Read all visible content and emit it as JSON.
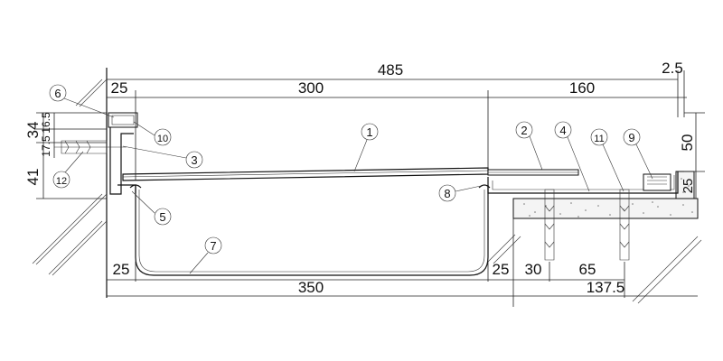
{
  "dimensions": {
    "top_total": "485",
    "top_gap": "2.5",
    "top_left_margin": "25",
    "top_center": "300",
    "top_right": "160",
    "left_upper": "34",
    "left_16_5": "16.5",
    "left_17_5": "17.5",
    "left_lower": "41",
    "right_height": "50",
    "right_small": "25",
    "bottom_left_25": "25",
    "bottom_350": "350",
    "bottom_right_25": "25",
    "bottom_30": "30",
    "bottom_65": "65",
    "bottom_137_5": "137.5"
  },
  "callouts": [
    "1",
    "2",
    "3",
    "4",
    "5",
    "6",
    "7",
    "8",
    "9",
    "10",
    "11",
    "12"
  ]
}
